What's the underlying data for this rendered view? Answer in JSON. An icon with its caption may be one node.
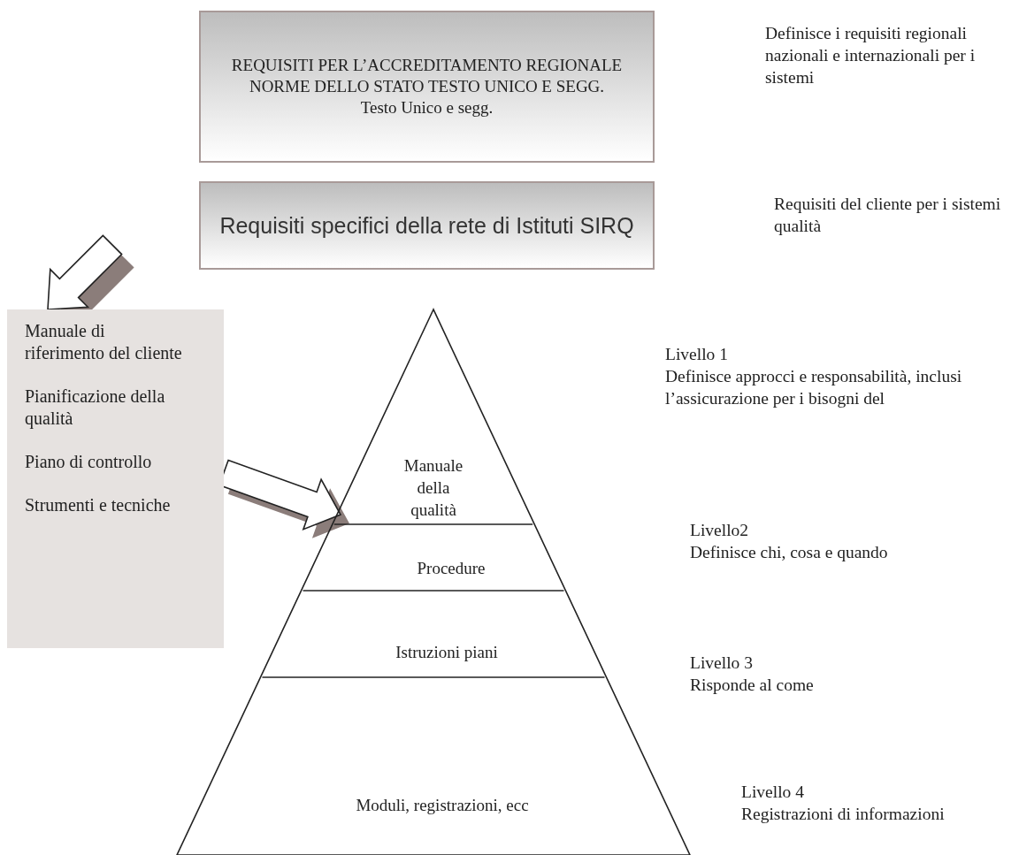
{
  "diagram": {
    "nodes": [
      {
        "text": [
          "REQUISITI PER L’ACCREDITAMENTO REGIONALE",
          "NORME DELLO STATO TESTO UNICO E SEGG.",
          "Testo Unico e segg."
        ]
      },
      {
        "text": [
          "Requisiti specifici della rete di Istituti SIRQ"
        ]
      },
      {
        "text": [
          "Manuale di riferimento del cliente",
          "Pianificazione della qualità",
          "Piano di controllo",
          "Strumenti e tecniche"
        ]
      },
      {
        "text": [],
        "shape": "triangle"
      },
      {
        "text": [
          "Manuale della qualità"
        ],
        "in": 3,
        "beside": [
          "Livello 1",
          "Definisce approcci e responsabilità, inclusi l’assicurazione per i bisogni del"
        ]
      },
      {
        "text": [
          "Procedure"
        ],
        "in": 3,
        "beside": [
          "Livello2",
          "Definisce chi, cosa e quando"
        ]
      },
      {
        "text": [
          "Istruzioni piani"
        ],
        "in": 3,
        "beside": [
          "Livello 3",
          "Risponde al come"
        ]
      },
      {
        "text": [
          "Moduli,  registrazioni, ecc"
        ],
        "in": 3,
        "beside": [
          "Livello 4",
          "Registrazioni di informazioni"
        ]
      }
    ],
    "edges": [
      {
        "from": null,
        "to": 2,
        "arrow": "to"
      },
      {
        "from": 2,
        "to": 4,
        "arrow": "to"
      }
    ],
    "labels": [
      "Definisce i requisiti regionali nazionali e internazionali per i sistemi",
      "Requisiti del cliente per i sistemi qualità"
    ]
  }
}
